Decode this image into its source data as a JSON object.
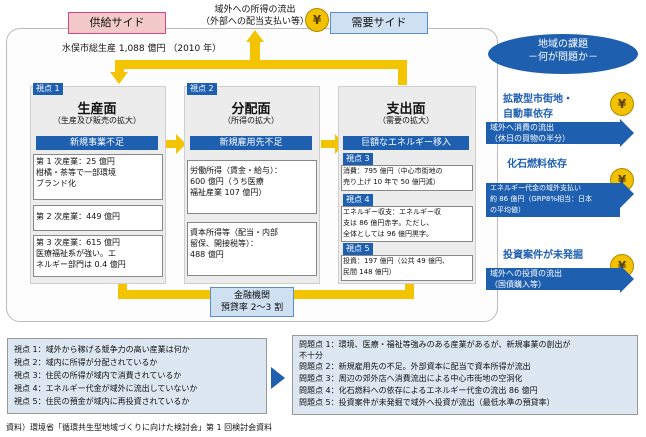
{
  "header": {
    "supply_side": "供給サイド",
    "demand_side": "需要サイド",
    "outflow_top": "域外への所得の流出\n（外部への配当支払い等）",
    "gdp": "水俣市総生産 1,088 億円 （2010 年）"
  },
  "issues_oval": "地域の課題\n－何が問題か－",
  "production": {
    "tag": "視点 1",
    "title": "生産面",
    "subtitle": "（生産及び販売の拡大）",
    "band": "新規事業不足",
    "items": [
      "第 1 次産業：25 億円\n柑橘・茶等で一部環境\nブランド化",
      "第 2 次産業：449 億円",
      "第 3 次産業：615 億円\n医療福祉系が強い。エ\nネルギー部門は 0.4 億円"
    ]
  },
  "distribution": {
    "tag": "視点 2",
    "title": "分配面",
    "subtitle": "（所得の拡大）",
    "band": "新規雇用先不足",
    "items": [
      "労働所得（賃金・給与）：\n600 億円（うち医療\n福祉産業 107 億円）",
      "資本所得等（配当・内部\n留保、開接税等）：\n488 億円"
    ]
  },
  "expenditure": {
    "title": "支出面",
    "subtitle": "（需要の拡大）",
    "band": "巨額なエネルギー移入",
    "v3_tag": "視点 3",
    "v3_text": "消費：795 億円（中心市街地の\n売り上げ 10 年で 50 億円減）",
    "v4_tag": "視点 4",
    "v4_text": "エネルギー収支：エネルギー収\n支は 86 億円赤字。ただし、\n全体としては 96 億円黒字。",
    "v5_tag": "視点 5",
    "v5_text": "投資：197 億円（公共 49 億円、\n民間 148 億円）"
  },
  "bank": "金融機関\n預貸率 2～3 割",
  "right": {
    "issue1": "拡散型市街地・\n自動車依存",
    "arrow1": "域外へ消費の流出\n（休日の買物の半分）",
    "issue2": "化石燃料依存",
    "arrow2": "エネルギー代金の域外支払い\n約 86 億円（GRP8%相当：日本\nの平均値）",
    "issue3": "投資案件が未発掘",
    "arrow3": "域外への投資の流出\n（国債購入等）"
  },
  "viewpoints": [
    "視点 1：域外から稼げる競争力の高い産業は何か",
    "視点 2：域内に所得が分配されているか",
    "視点 3：住民の所得が域内で消費されているか",
    "視点 4：エネルギー代金が域外に流出していないか",
    "視点 5：住民の預金が域内に再投資されているか"
  ],
  "problems": [
    "問題点 1：環境、医療・福祉等強みのある産業があるが、新規事業の創出が\n不十分",
    "問題点 2：新規雇用先の不足。外部資本に配当で資本所得が流出",
    "問題点 3：周辺の郊外店へ消費流出による中心市街地の空洞化",
    "問題点 4：化石燃料への依存によるエネルギー代金の流出 86 億円",
    "問題点 5：投資案件が未発掘で域外へ投資が流出（最低水準の預貸率）"
  ],
  "source": "資料）環境省「循環共生型地域づくりに向けた検討会」第 1 回検討会資料",
  "yen_symbol": "¥",
  "colors": {
    "blue": "#1f5fb0",
    "yellow": "#f5c400",
    "pink": "#f4c9c9",
    "light_blue": "#cfe0f3"
  }
}
